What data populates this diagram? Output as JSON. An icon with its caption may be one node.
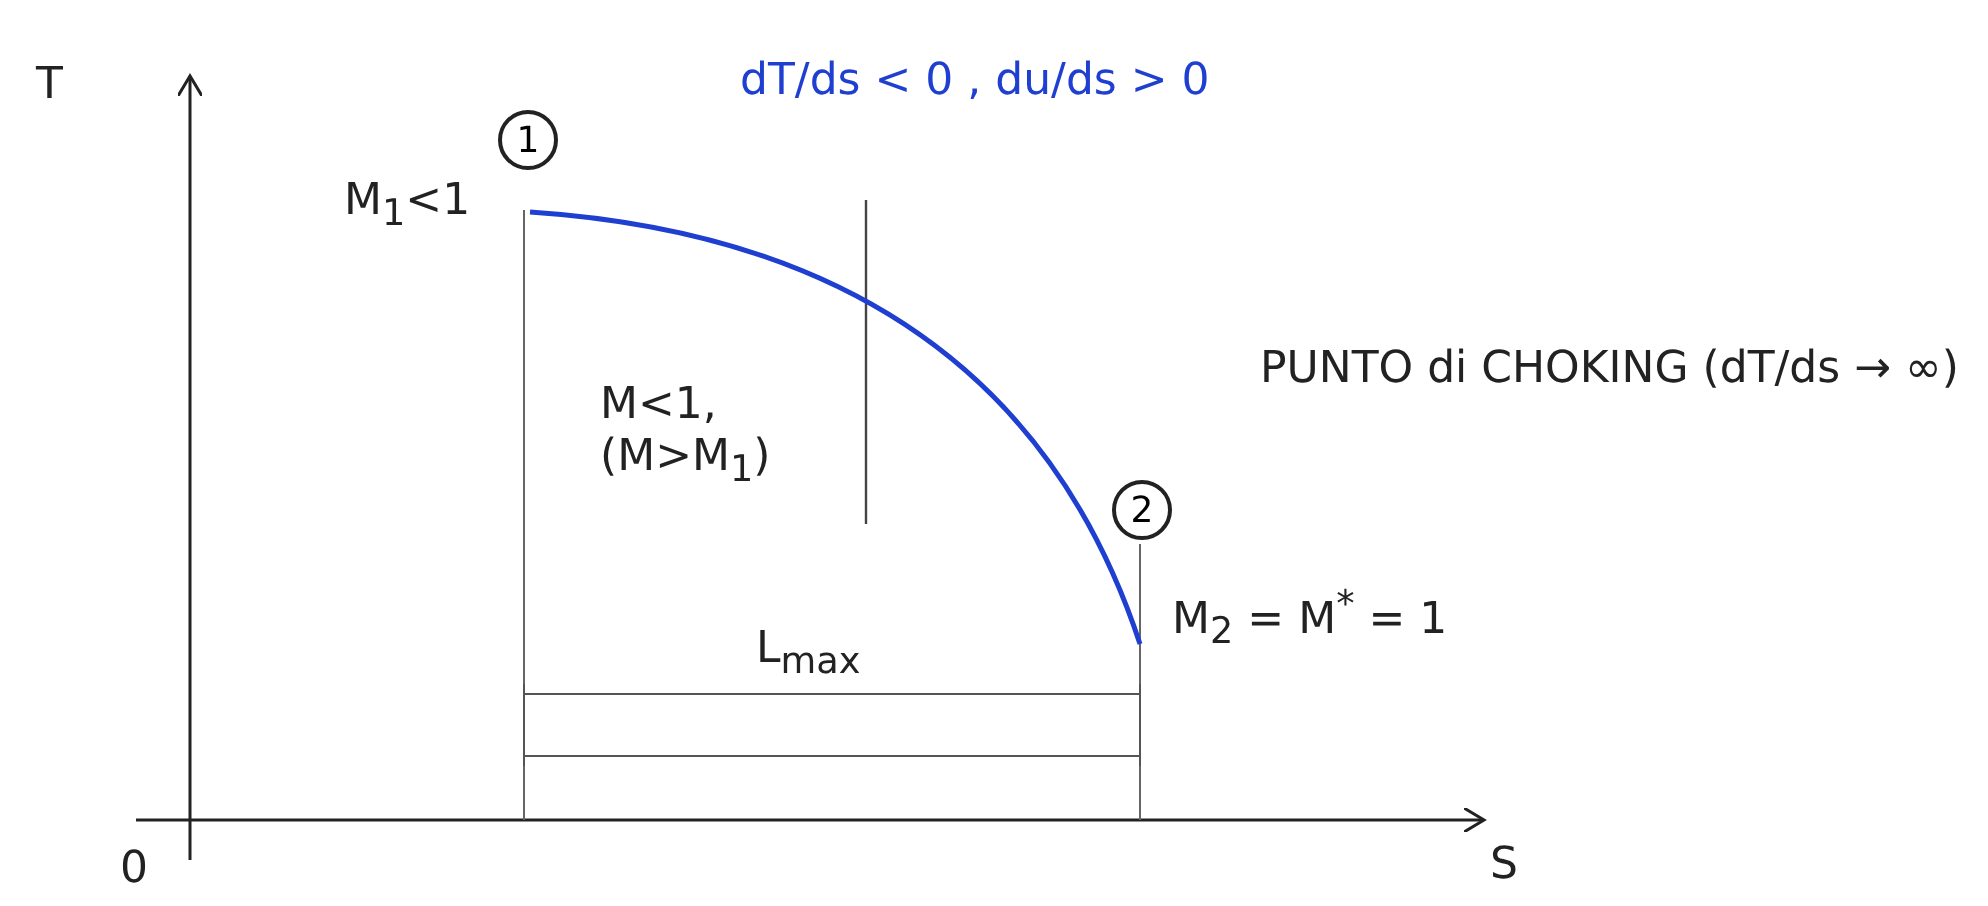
{
  "diagram": {
    "nodes": [
      {
        "text": [
          "1"
        ]
      },
      {
        "text": [
          "2"
        ]
      }
    ],
    "labels": [
      "T",
      "dT/ds < 0 , du/ds > 0",
      "M$_{1}$<1",
      "M<1, (M>M$_{1}$)",
      "PUNTO di CHOKING (dT/ds → ∞)",
      "M$_{2}$ = M$^{*}$ = 1",
      "L$_{max}$",
      "0",
      "S"
    ]
  }
}
